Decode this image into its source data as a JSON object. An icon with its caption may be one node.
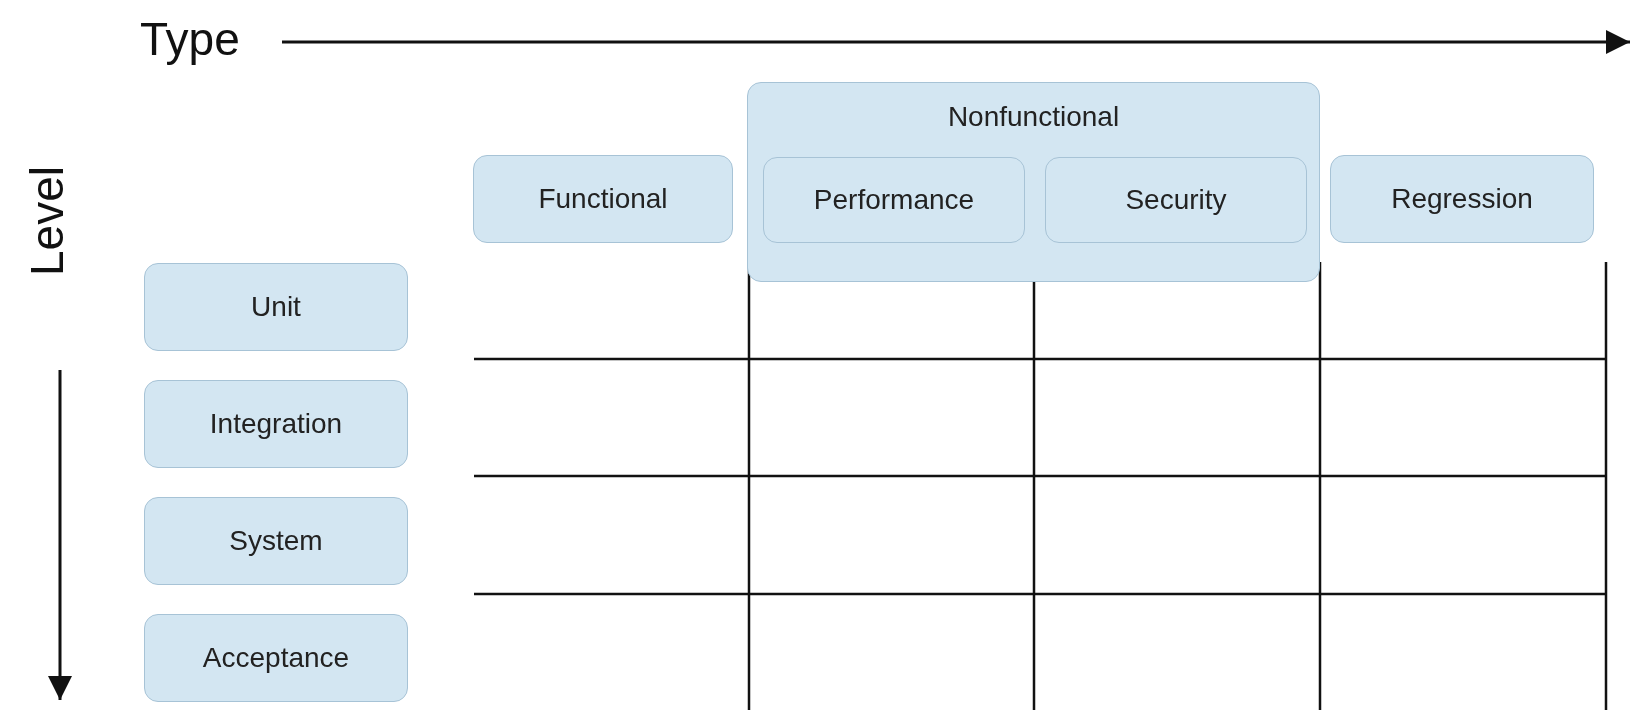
{
  "diagram": {
    "nodes": [
      {
        "text": [
          "Functional"
        ]
      },
      {
        "text": [
          "Nonfunctional"
        ]
      },
      {
        "text": [
          "Performance"
        ],
        "in": 1
      },
      {
        "text": [
          "Security"
        ],
        "in": 1
      },
      {
        "text": [
          "Regression"
        ]
      },
      {
        "text": [
          "Unit"
        ]
      },
      {
        "text": [
          "Integration"
        ]
      },
      {
        "text": [
          "System"
        ]
      },
      {
        "text": [
          "Acceptance"
        ]
      }
    ],
    "labels": [
      "Type",
      "Level"
    ]
  }
}
